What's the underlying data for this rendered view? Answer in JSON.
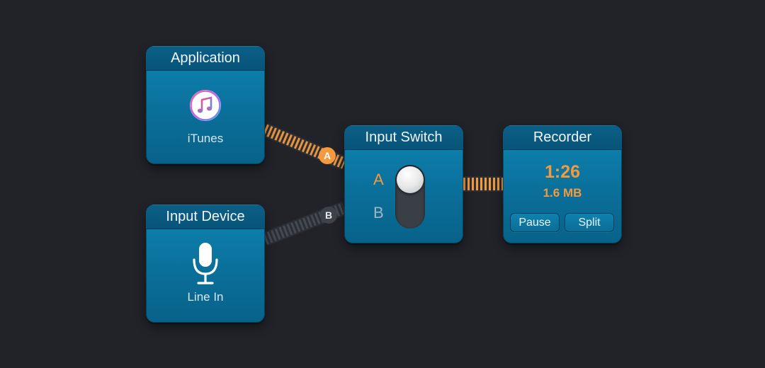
{
  "colors": {
    "background": "#212328",
    "block": "#0a6e98",
    "block_header": "#08547a",
    "accent_active": "#f39a3e",
    "wire_inactive": "#3d4148"
  },
  "blocks": {
    "application": {
      "title": "Application",
      "label": "iTunes",
      "icon": "itunes-icon"
    },
    "input_device": {
      "title": "Input Device",
      "label": "Line In",
      "icon": "microphone-icon"
    },
    "input_switch": {
      "title": "Input Switch",
      "option_a": "A",
      "option_b": "B",
      "selected": "A"
    },
    "recorder": {
      "title": "Recorder",
      "time": "1:26",
      "size": "1.6 MB",
      "pause_label": "Pause",
      "split_label": "Split"
    }
  },
  "wires": {
    "a": {
      "label": "A",
      "active": true
    },
    "b": {
      "label": "B",
      "active": false
    },
    "out": {
      "active": true
    }
  }
}
